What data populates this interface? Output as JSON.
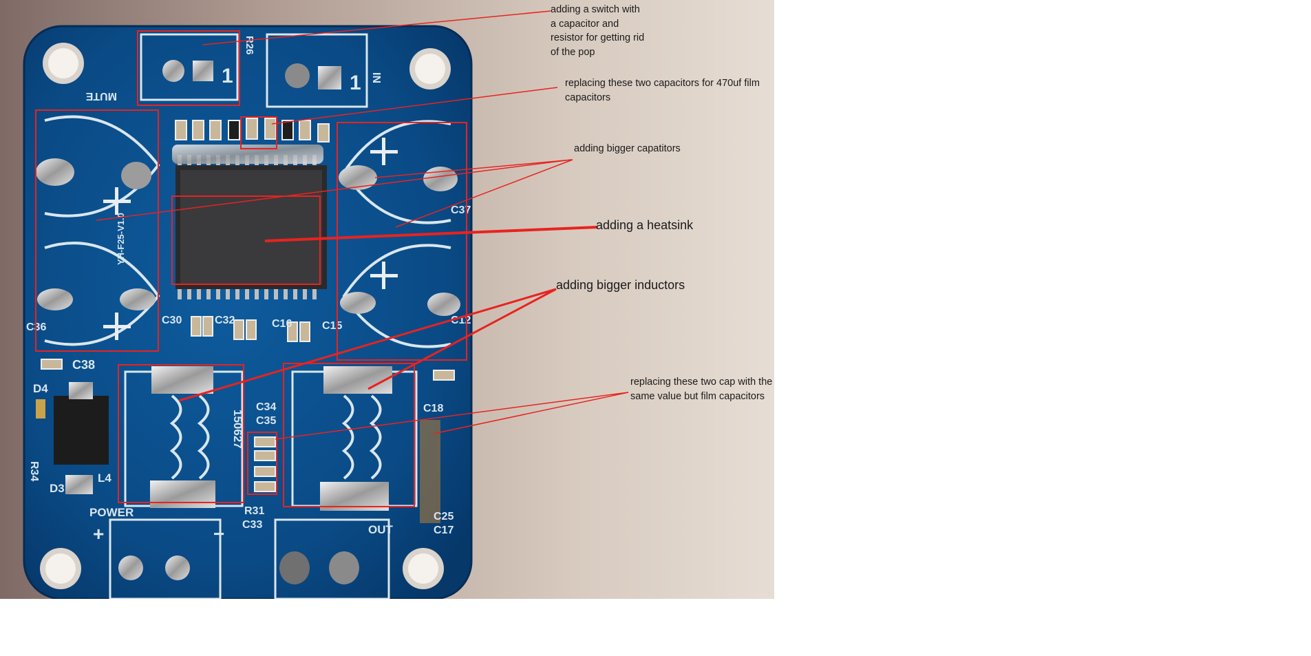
{
  "annotations": {
    "switch_note": "adding a switch with a capacitor and resistor for getting rid of the pop",
    "film_470_note": "replacing these two capacitors for 470uf film capacitors",
    "bigger_caps_note": "adding bigger capatitors",
    "heatsink_note": "adding a heatsink",
    "inductors_note": "adding bigger inductors",
    "film_same_note": "replacing these two cap with the same value but film capacitors"
  },
  "board_labels": {
    "mute": "MUTE",
    "in": "IN",
    "r26": "R26",
    "pin1_left": "1",
    "pin1_right": "1",
    "c38": "C38",
    "d4": "D4",
    "d3": "D3",
    "r34": "R34",
    "l4": "L4",
    "power": "POWER",
    "plus": "+",
    "minus": "−",
    "r31": "R31",
    "c33": "C33",
    "c34": "C34",
    "c35": "C35",
    "c18": "C18",
    "c30": "C30",
    "c32": "C32",
    "c16": "C16",
    "c15": "C15",
    "c12": "C12",
    "c37": "C37",
    "c36": "C36",
    "c17": "C17",
    "c25": "C25",
    "out": "OUT",
    "code": "150627",
    "version": "YH-F25-V1.0"
  },
  "colors": {
    "board": "#0b4f8c",
    "silkscreen": "#d9e6ef",
    "annotation_red": "#e8231f",
    "background_wall": "#c7b7aa"
  }
}
